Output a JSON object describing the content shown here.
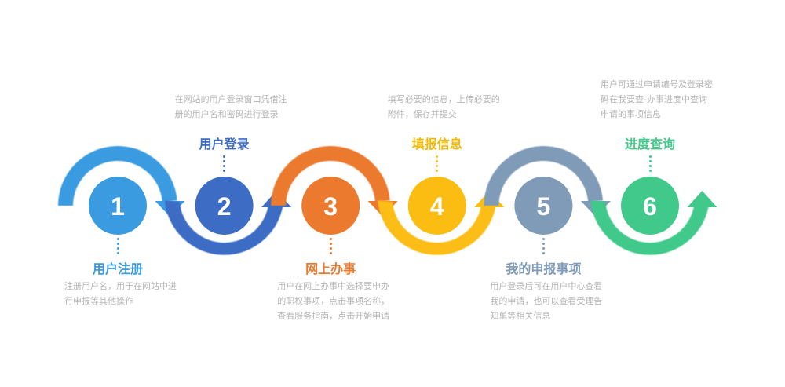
{
  "diagram": {
    "type": "process-flow",
    "steps": [
      {
        "number": "1",
        "title": "用户注册",
        "desc": "注册用户名，用于在网站中进行申报等其他操作",
        "color": "#3a9be0",
        "label_position": "bottom"
      },
      {
        "number": "2",
        "title": "用户登录",
        "desc": "在网站的用户登录窗口凭借注册的用户名和密码进行登录",
        "color": "#3d6cc4",
        "label_position": "top"
      },
      {
        "number": "3",
        "title": "网上办事",
        "desc": "用户在网上办事中选择要申办的职权事项，点击事项名称，查看服务指南，点击开始申请",
        "color": "#ec7a2e",
        "label_position": "bottom"
      },
      {
        "number": "4",
        "title": "填报信息",
        "desc": "填写必要的信息，上传必要的附件，保存并提交",
        "color": "#fbbd12",
        "label_position": "top"
      },
      {
        "number": "5",
        "title": "我的申报事项",
        "desc": "用户登录后可在用户中心查看我的申请，也可以查看受理告知单等相关信息",
        "color": "#7f9bb8",
        "label_position": "bottom"
      },
      {
        "number": "6",
        "title": "进度查询",
        "desc": "用户可通过申请编号及登录密码在我要查-办事进度中查询申请的事项信息",
        "color": "#40c98a",
        "label_position": "top"
      }
    ]
  }
}
